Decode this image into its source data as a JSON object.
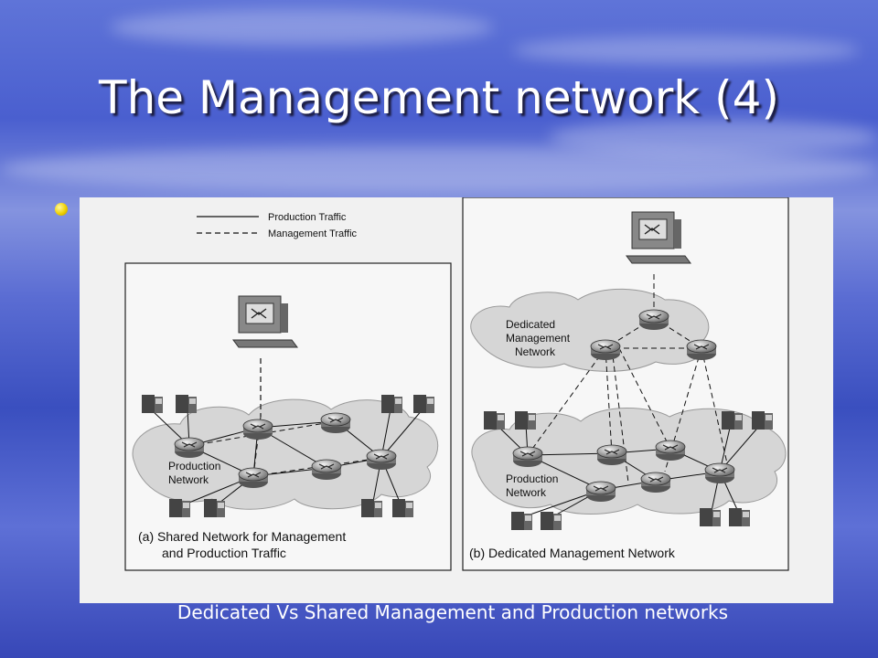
{
  "slide": {
    "title": "The Management network (4)",
    "caption": "Dedicated Vs Shared Management and Production networks"
  },
  "legend": {
    "production": "Production Traffic",
    "management": "Management Traffic"
  },
  "panel_a": {
    "cloud_label_1": "Production",
    "cloud_label_2": "Network",
    "caption_1": "(a) Shared Network for Management",
    "caption_2": "and Production Traffic"
  },
  "panel_b": {
    "mgmt_label_1": "Dedicated",
    "mgmt_label_2": "Management",
    "mgmt_label_3": "Network",
    "cloud_label_1": "Production",
    "cloud_label_2": "Network",
    "caption": "(b) Dedicated Management Network"
  },
  "icons": {
    "router": "router-icon",
    "phone": "ip-phone-icon",
    "workstation": "management-workstation-icon",
    "bullet": "bullet-icon"
  },
  "colors": {
    "bullet": "#f0d000",
    "title": "#ffffff"
  }
}
